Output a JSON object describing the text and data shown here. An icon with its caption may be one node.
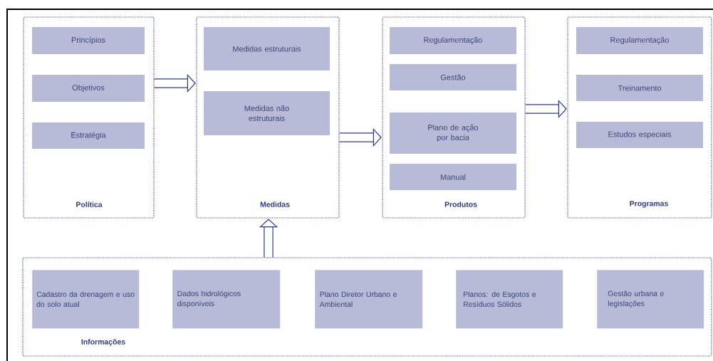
{
  "diagram": {
    "nodes": [
      {
        "text": [
          "Política"
        ]
      },
      {
        "text": [
          "Princípios"
        ],
        "in": 0
      },
      {
        "text": [
          "Objetivos"
        ],
        "in": 0
      },
      {
        "text": [
          "Estratégia"
        ],
        "in": 0
      },
      {
        "text": [
          "Medidas"
        ]
      },
      {
        "text": [
          "Medidas estruturais"
        ],
        "in": 4
      },
      {
        "text": [
          "Medidas não estruturais"
        ],
        "in": 4
      },
      {
        "text": [
          "Produtos"
        ]
      },
      {
        "text": [
          "Regulamentação"
        ],
        "in": 7
      },
      {
        "text": [
          "Gestão"
        ],
        "in": 7
      },
      {
        "text": [
          "Plano de ação por bacia"
        ],
        "in": 7
      },
      {
        "text": [
          "Manual"
        ],
        "in": 7
      },
      {
        "text": [
          "Programas"
        ]
      },
      {
        "text": [
          "Regulamentação"
        ],
        "in": 12
      },
      {
        "text": [
          "Treinamento"
        ],
        "in": 12
      },
      {
        "text": [
          "Estudos especiais"
        ],
        "in": 12
      },
      {
        "text": [
          "Informações"
        ]
      },
      {
        "text": [
          "Cadastro da drenagem e uso do solo atual"
        ],
        "in": 16
      },
      {
        "text": [
          "Dados hidrológicos disponíveis"
        ],
        "in": 16
      },
      {
        "text": [
          "Plano Diretor Urbano e Ambiental"
        ],
        "in": 16
      },
      {
        "text": [
          "Planos: de Esgotos e Resíduos Sólidos"
        ],
        "in": 16
      },
      {
        "text": [
          "Gestão urbana e legislações"
        ],
        "in": 16
      }
    ],
    "edges": [
      {
        "from": 0,
        "to": 4,
        "arrow": "to"
      },
      {
        "from": 4,
        "to": 7,
        "arrow": "to"
      },
      {
        "from": 7,
        "to": 12,
        "arrow": "to"
      },
      {
        "from": 16,
        "to": 4,
        "arrow": "to"
      }
    ]
  }
}
